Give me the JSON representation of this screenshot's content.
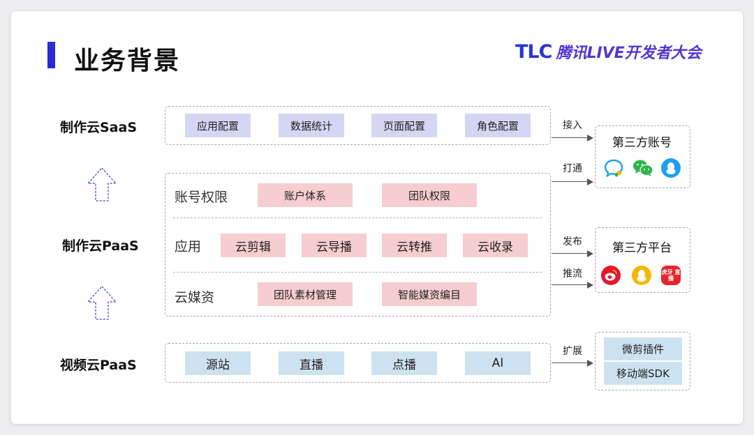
{
  "header": {
    "title": "业务背景",
    "logo_mark": "TLC",
    "logo_text": "腾讯LIVE开发者大会"
  },
  "layers": {
    "saas": {
      "label": "制作云SaaS",
      "items": [
        "应用配置",
        "数据统计",
        "页面配置",
        "角色配置"
      ]
    },
    "paas": {
      "label": "制作云PaaS",
      "rows": [
        {
          "label": "账号权限",
          "items": [
            "账户体系",
            "团队权限"
          ]
        },
        {
          "label": "应用",
          "items": [
            "云剪辑",
            "云导播",
            "云转推",
            "云收录"
          ]
        },
        {
          "label": "云媒资",
          "items": [
            "团队素材管理",
            "智能媒资编目"
          ]
        }
      ]
    },
    "video": {
      "label": "视频云PaaS",
      "items": [
        "源站",
        "直播",
        "点播",
        "AI"
      ]
    }
  },
  "connections": {
    "access": "接入",
    "connect": "打通",
    "publish": "发布",
    "push": "推流",
    "extend": "扩展"
  },
  "panels": {
    "accounts": {
      "title": "第三方账号",
      "icons": [
        "qq-icon",
        "wechat-icon",
        "qq-penguin-icon"
      ]
    },
    "platforms": {
      "title": "第三方平台",
      "icons": [
        "weibo-icon",
        "kuaishou-icon",
        "huya-icon"
      ],
      "huya_badge_text": "虎牙 直播"
    },
    "plugins": {
      "items": [
        "微剪插件",
        "移动端SDK"
      ]
    }
  },
  "colors": {
    "accent": "#2b2bd6",
    "logo": "#2a35d8",
    "purple_chip": "#d5d6f3",
    "pink_chip": "#f6cdd0",
    "blue_chip": "#cde2f1",
    "wechat": "#2fb44a",
    "qq_blue": "#1ea0f0",
    "weibo": "#e6162d",
    "kuaishou": "#f5b800",
    "huya": "#e8242b"
  }
}
